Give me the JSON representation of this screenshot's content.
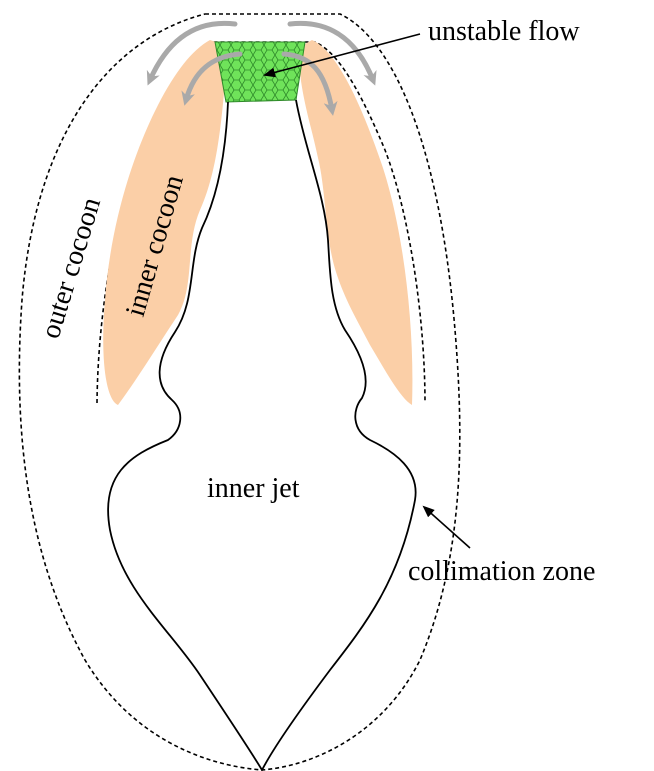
{
  "labels": {
    "unstable_flow": "unstable flow",
    "inner_cocoon": "inner cocoon",
    "outer_cocoon": "outer cocoon",
    "inner_jet": "inner jet",
    "collimation_zone": "collimation zone"
  },
  "colors": {
    "cocoon_fill": "#fbcfa7",
    "unstable_fill": "#6fe35a",
    "unstable_cell_stroke": "#2f8a2a",
    "flow_arrow": "#a9a9a9",
    "line": "#000000"
  }
}
